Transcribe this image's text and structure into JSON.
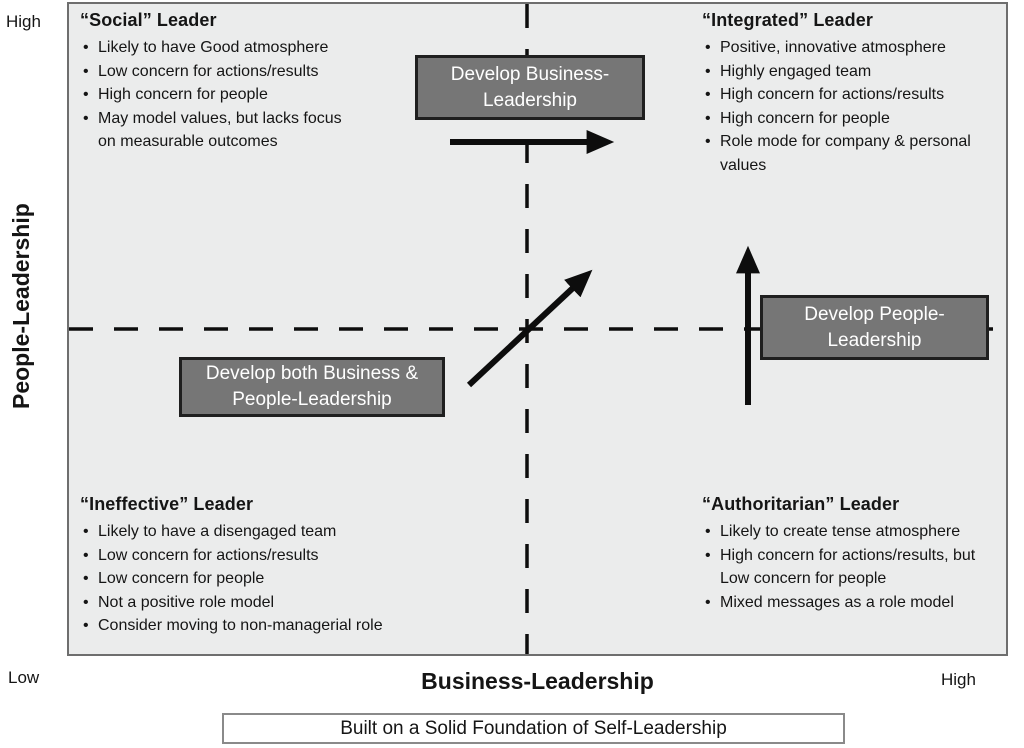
{
  "matrix": {
    "y_axis": {
      "label": "People-Leadership",
      "high_label": "High"
    },
    "x_axis": {
      "label": "Business-Leadership",
      "low_label": "Low",
      "high_label": "High"
    },
    "quadrants": {
      "top_left": {
        "title": "“Social” Leader",
        "bullets": [
          "Likely to have Good atmosphere",
          "Low concern for actions/results",
          "High concern for people",
          "May model values, but lacks focus\non measurable outcomes"
        ]
      },
      "top_right": {
        "title": "“Integrated” Leader",
        "bullets": [
          "Positive, innovative atmosphere",
          "Highly engaged team",
          "High concern for actions/results",
          "High concern for people",
          "Role mode for company & personal\nvalues"
        ]
      },
      "bottom_left": {
        "title": "“Ineffective” Leader",
        "bullets": [
          "Likely to have a disengaged team",
          "Low concern for actions/results",
          "Low concern for people",
          "Not a positive role model",
          "Consider moving to non-managerial role"
        ]
      },
      "bottom_right": {
        "title": "“Authoritarian” Leader",
        "bullets": [
          "Likely to create tense atmosphere",
          "High concern for actions/results, but\nLow concern for people",
          "Mixed messages as a role model"
        ]
      }
    },
    "callouts": {
      "develop_business": "Develop Business-\nLeadership",
      "develop_both": "Develop both Business &\nPeople-Leadership",
      "develop_people": "Develop People-\nLeadership"
    }
  },
  "foundation": {
    "label": "Built on a Solid Foundation of Self-Leadership"
  },
  "colors": {
    "plot_bg": "#ebecec",
    "plot_border": "#6e6e6e",
    "callout_bg": "#767676",
    "callout_border": "#1f1f1f",
    "line": "#0d0d0d",
    "foundation_border": "#8a8a8a"
  }
}
